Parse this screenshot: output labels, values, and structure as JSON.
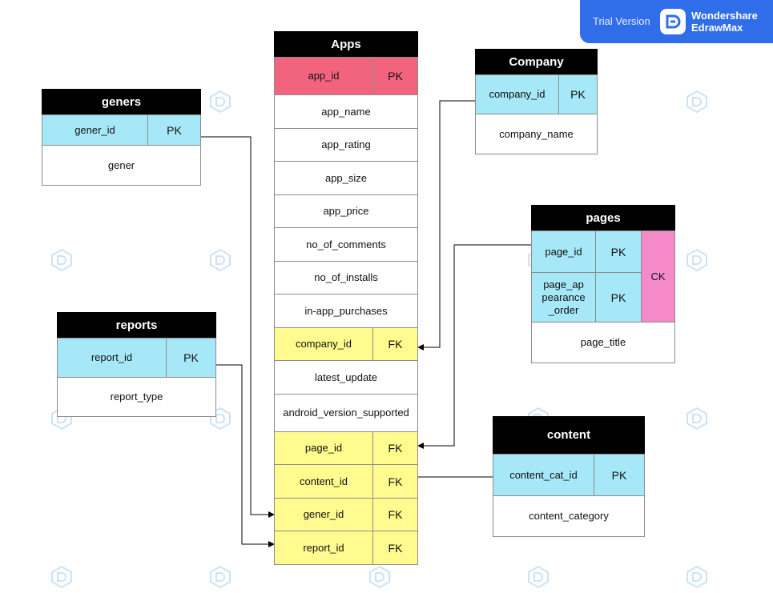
{
  "badge": {
    "trial": "Trial Version",
    "brand_line1": "Wondershare",
    "brand_line2": "EdrawMax"
  },
  "apps": {
    "title": "Apps",
    "rows": [
      {
        "name": "app_id",
        "key": "PK"
      },
      {
        "name": "app_name"
      },
      {
        "name": "app_rating"
      },
      {
        "name": "app_size"
      },
      {
        "name": "app_price"
      },
      {
        "name": "no_of_comments"
      },
      {
        "name": "no_of_installs"
      },
      {
        "name": "in-app_purchases"
      },
      {
        "name": "company_id",
        "key": "FK"
      },
      {
        "name": "latest_update"
      },
      {
        "name": "android_version_supported"
      },
      {
        "name": "page_id",
        "key": "FK"
      },
      {
        "name": "content_id",
        "key": "FK"
      },
      {
        "name": "gener_id",
        "key": "FK"
      },
      {
        "name": "report_id",
        "key": "FK"
      }
    ]
  },
  "geners": {
    "title": "geners",
    "id": "gener_id",
    "key": "PK",
    "attr": "gener"
  },
  "reports": {
    "title": "reports",
    "id": "report_id",
    "key": "PK",
    "attr": "report_type"
  },
  "company": {
    "title": "Company",
    "id": "company_id",
    "key": "PK",
    "attr": "company_name"
  },
  "pages": {
    "title": "pages",
    "id1": "page_id",
    "key1": "PK",
    "id2": "page_ap pearance _order",
    "key2": "PK",
    "ck": "CK",
    "attr": "page_title"
  },
  "content": {
    "title": "content",
    "id": "content_cat_id",
    "key": "PK",
    "attr": "content_category"
  },
  "colors": {
    "pk_blue": "#a6e8f7",
    "fk_yellow": "#fffb8f",
    "app_id_red": "#f2647d",
    "ck_pink": "#f58ac8",
    "header": "#000000",
    "badge": "#2f6ee8"
  }
}
